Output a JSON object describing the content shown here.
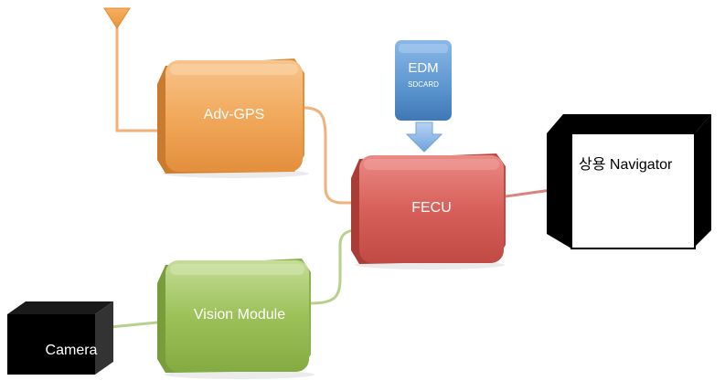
{
  "diagram": {
    "nodes": {
      "adv_gps": {
        "label": "Adv-GPS",
        "color": "#f2a95c"
      },
      "fecu": {
        "label": "FECU",
        "color": "#d9605a"
      },
      "vision": {
        "label": "Vision Module",
        "color": "#9cc159"
      },
      "edm": {
        "label": "EDM",
        "sublabel": "SDCARD",
        "color": "#5b95cf"
      },
      "navigator": {
        "label": "상용 Navigator"
      },
      "camera": {
        "label": "Camera"
      }
    },
    "links": [
      {
        "from": "antenna",
        "to": "adv_gps",
        "color": "#f0b27a"
      },
      {
        "from": "adv_gps",
        "to": "fecu",
        "color": "#f0b27a"
      },
      {
        "from": "vision",
        "to": "fecu",
        "color": "#b7d18c"
      },
      {
        "from": "camera",
        "to": "vision",
        "color": "#b7d18c"
      },
      {
        "from": "fecu",
        "to": "navigator",
        "color": "#d9857f"
      },
      {
        "from": "edm",
        "to": "fecu",
        "color": "#7fb2e6",
        "style": "arrow"
      }
    ]
  }
}
